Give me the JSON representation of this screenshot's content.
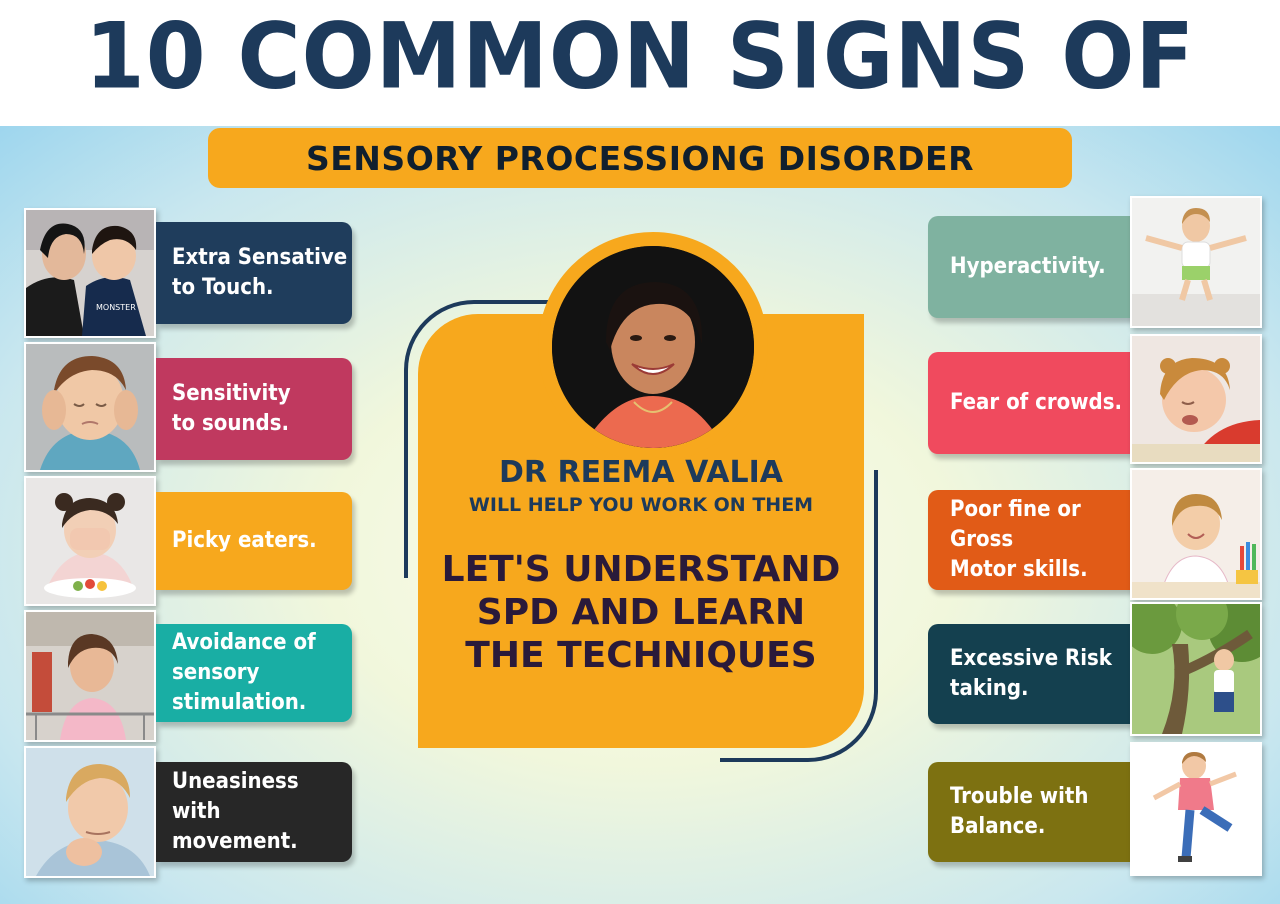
{
  "title": "10 COMMON SIGNS OF",
  "subtitle": "SENSORY PROCESSIONG DISORDER",
  "colors": {
    "navy": "#1d3a5b",
    "orange": "#f7a81d",
    "left_tiles": [
      "#1f3d5c",
      "#c0395f",
      "#f7a81d",
      "#19aea4",
      "#272727"
    ],
    "right_tiles": [
      "#7fb2a0",
      "#f04a5e",
      "#e15b17",
      "#14404f",
      "#7d7111"
    ]
  },
  "left_signs": [
    {
      "label": "Extra Sensative\nto Touch.",
      "photo": "mother-and-son-photo"
    },
    {
      "label": "Sensitivity\nto sounds.",
      "photo": "boy-covering-ears-photo"
    },
    {
      "label": "Picky eaters.",
      "photo": "girl-refusing-food-photo"
    },
    {
      "label": "Avoidance of\nsensory\nstimulation.",
      "photo": "girl-with-shopping-cart-photo"
    },
    {
      "label": "Uneasiness\nwith movement.",
      "photo": "boy-thinking-photo"
    }
  ],
  "right_signs": [
    {
      "label": "Hyperactivity.",
      "photo": "boy-jumping-photo"
    },
    {
      "label": "Fear of crowds.",
      "photo": "boy-crying-photo"
    },
    {
      "label": "Poor fine or Gross\nMotor skills.",
      "photo": "girl-playing-with-crayons-photo"
    },
    {
      "label": "Excessive Risk\ntaking.",
      "photo": "child-climbing-tree-photo"
    },
    {
      "label": "Trouble with\nBalance.",
      "photo": "toddler-balancing-photo"
    }
  ],
  "center": {
    "name": "DR REEMA VALIA",
    "help": "WILL HELP YOU WORK ON THEM",
    "cta": "LET'S UNDERSTAND\nSPD AND LEARN\nTHE TECHNIQUES"
  }
}
